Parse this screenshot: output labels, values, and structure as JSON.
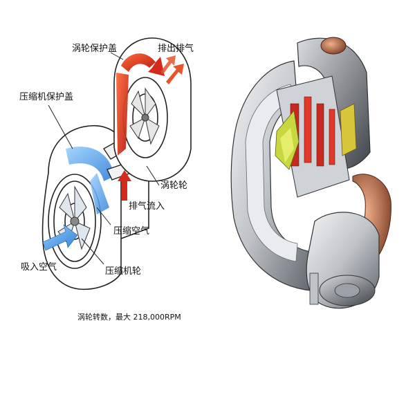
{
  "diagram": {
    "labels": {
      "turbine_cover": "涡轮保护盖",
      "exhaust_out": "排出排气",
      "compressor_cover": "压缩机保护盖",
      "turbine_wheel": "涡轮轮",
      "exhaust_in": "排气流入",
      "compressed_air": "压缩空气",
      "intake_air": "吸入空气",
      "compressor_wheel": "压缩机轮"
    },
    "caption": "涡轮转数，最大 218,000RPM"
  },
  "colors": {
    "exhaust": "#d42a1c",
    "intake": "#3a8ee6",
    "outline": "#222222"
  }
}
